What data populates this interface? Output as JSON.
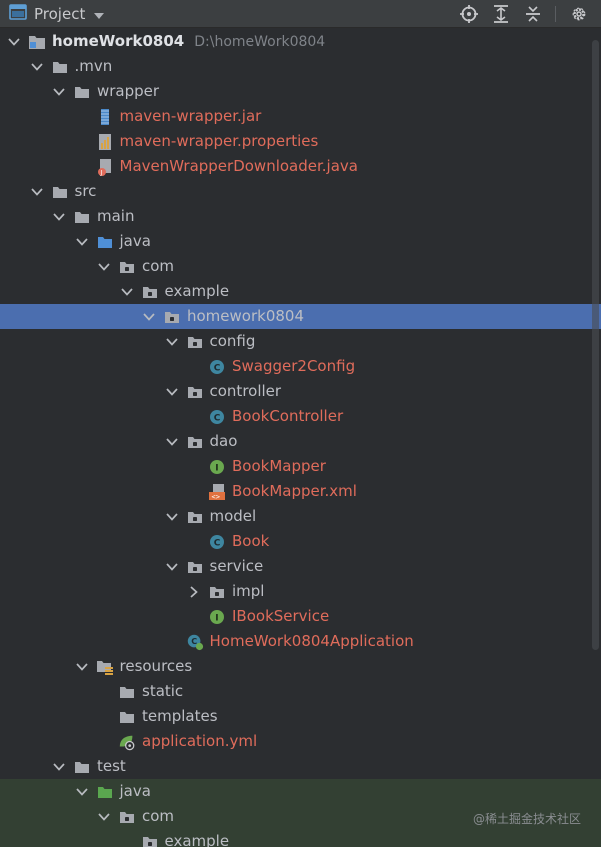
{
  "header": {
    "title": "Project",
    "icons": [
      "project-window-icon",
      "dropdown-caret-icon",
      "locate-icon",
      "expand-all-icon",
      "collapse-all-icon",
      "gear-icon"
    ]
  },
  "tree": {
    "rows": [
      {
        "label": "homeWork0804",
        "path": "D:\\homeWork0804",
        "icon": "module",
        "color": "bold",
        "expanded": true
      },
      {
        "label": ".mvn",
        "icon": "folder",
        "color": "norm",
        "expanded": true
      },
      {
        "label": "wrapper",
        "icon": "folder",
        "color": "norm",
        "expanded": true
      },
      {
        "label": "maven-wrapper.jar",
        "icon": "jar",
        "color": "mod"
      },
      {
        "label": "maven-wrapper.properties",
        "icon": "properties",
        "color": "mod"
      },
      {
        "label": "MavenWrapperDownloader.java",
        "icon": "java-file",
        "color": "mod"
      },
      {
        "label": "src",
        "icon": "folder",
        "color": "norm",
        "expanded": true
      },
      {
        "label": "main",
        "icon": "folder",
        "color": "norm",
        "expanded": true
      },
      {
        "label": "java",
        "icon": "source-folder",
        "color": "norm",
        "expanded": true
      },
      {
        "label": "com",
        "icon": "package",
        "color": "norm",
        "expanded": true
      },
      {
        "label": "example",
        "icon": "package",
        "color": "norm",
        "expanded": true
      },
      {
        "label": "homework0804",
        "icon": "package",
        "color": "norm",
        "expanded": true,
        "selected": true
      },
      {
        "label": "config",
        "icon": "package",
        "color": "norm",
        "expanded": true
      },
      {
        "label": "Swagger2Config",
        "icon": "class",
        "color": "mod"
      },
      {
        "label": "controller",
        "icon": "package",
        "color": "norm",
        "expanded": true
      },
      {
        "label": "BookController",
        "icon": "class",
        "color": "mod"
      },
      {
        "label": "dao",
        "icon": "package",
        "color": "norm",
        "expanded": true
      },
      {
        "label": "BookMapper",
        "icon": "interface",
        "color": "mod"
      },
      {
        "label": "BookMapper.xml",
        "icon": "xml",
        "color": "mod"
      },
      {
        "label": "model",
        "icon": "package",
        "color": "norm",
        "expanded": true
      },
      {
        "label": "Book",
        "icon": "class",
        "color": "mod"
      },
      {
        "label": "service",
        "icon": "package",
        "color": "norm",
        "expanded": true
      },
      {
        "label": "impl",
        "icon": "package",
        "color": "norm",
        "expanded": false
      },
      {
        "label": "IBookService",
        "icon": "interface",
        "color": "mod"
      },
      {
        "label": "HomeWork0804Application",
        "icon": "spring-class",
        "color": "mod"
      },
      {
        "label": "resources",
        "icon": "resources-folder",
        "color": "norm",
        "expanded": true
      },
      {
        "label": "static",
        "icon": "folder",
        "color": "norm"
      },
      {
        "label": "templates",
        "icon": "folder",
        "color": "norm"
      },
      {
        "label": "application.yml",
        "icon": "yml",
        "color": "mod"
      },
      {
        "label": "test",
        "icon": "folder",
        "color": "norm",
        "expanded": true
      },
      {
        "label": "java",
        "icon": "test-source-folder",
        "color": "norm",
        "expanded": true,
        "test": true
      },
      {
        "label": "com",
        "icon": "package",
        "color": "norm",
        "expanded": true,
        "test": true
      },
      {
        "label": "example",
        "icon": "package",
        "color": "norm",
        "test": true
      }
    ]
  },
  "watermark": "@稀土掘金技术社区",
  "colors": {
    "selected": "#4b6eaf",
    "modified": "#e06c5b",
    "background": "#2b2d30",
    "header": "#3c3f41"
  }
}
